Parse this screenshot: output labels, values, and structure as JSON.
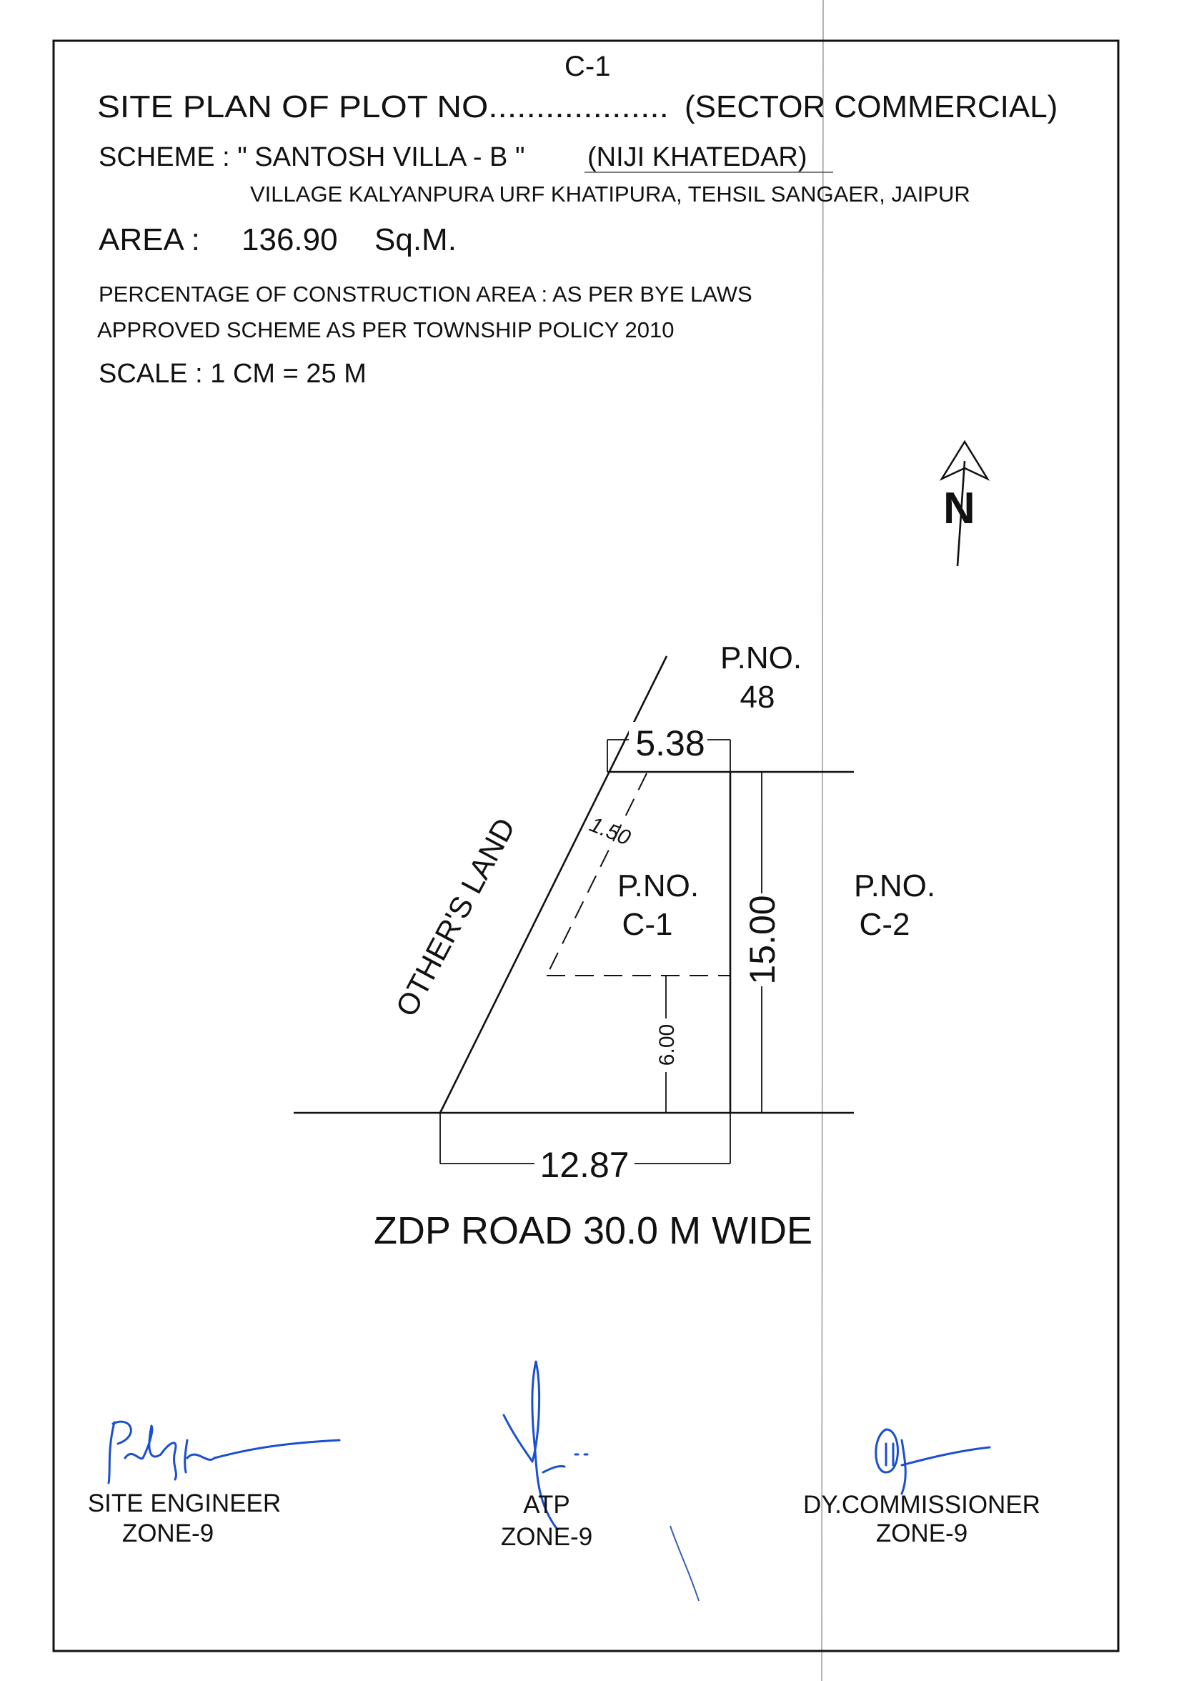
{
  "header": {
    "title_prefix": "SITE  PLAN  OF  PLOT NO...................",
    "plot_no": "C-1",
    "title_suffix": "(SECTOR COMMERCIAL)",
    "scheme": "SCHEME : \" SANTOSH VILLA - B \"",
    "scheme_type": "(NIJI KHATEDAR)",
    "village": "VILLAGE KALYANPURA URF KHATIPURA, TEHSIL SANGAER, JAIPUR",
    "area_label": "AREA :",
    "area_value": "136.90",
    "area_unit": "Sq.M.",
    "construction": "PERCENTAGE OF CONSTRUCTION AREA : AS PER BYE LAWS",
    "approval": "APPROVED SCHEME AS PER TOWNSHIP POLICY 2010",
    "scale": "SCALE :  1 CM = 25 M"
  },
  "plan": {
    "north_label": "N",
    "plot_48_label": "P.NO.",
    "plot_48_no": "48",
    "plot_c1_label": "P.NO.",
    "plot_c1_no": "C-1",
    "plot_c2_label": "P.NO.",
    "plot_c2_no": "C-2",
    "others_land": "OTHER'S LAND",
    "dim_top": "5.38",
    "dim_bottom": "12.87",
    "dim_depth": "15.00",
    "dim_setback_front": "6.00",
    "dim_setback_side": "1.50",
    "road": "ZDP ROAD 30.0 M WIDE"
  },
  "signatures": [
    {
      "title": "SITE ENGINEER",
      "zone": "ZONE-9"
    },
    {
      "title": "ATP",
      "zone": "ZONE-9"
    },
    {
      "title": "DY.COMMISSIONER",
      "zone": "ZONE-9"
    }
  ],
  "colors": {
    "ink": "#111111",
    "signature": "#1a4fd0"
  }
}
